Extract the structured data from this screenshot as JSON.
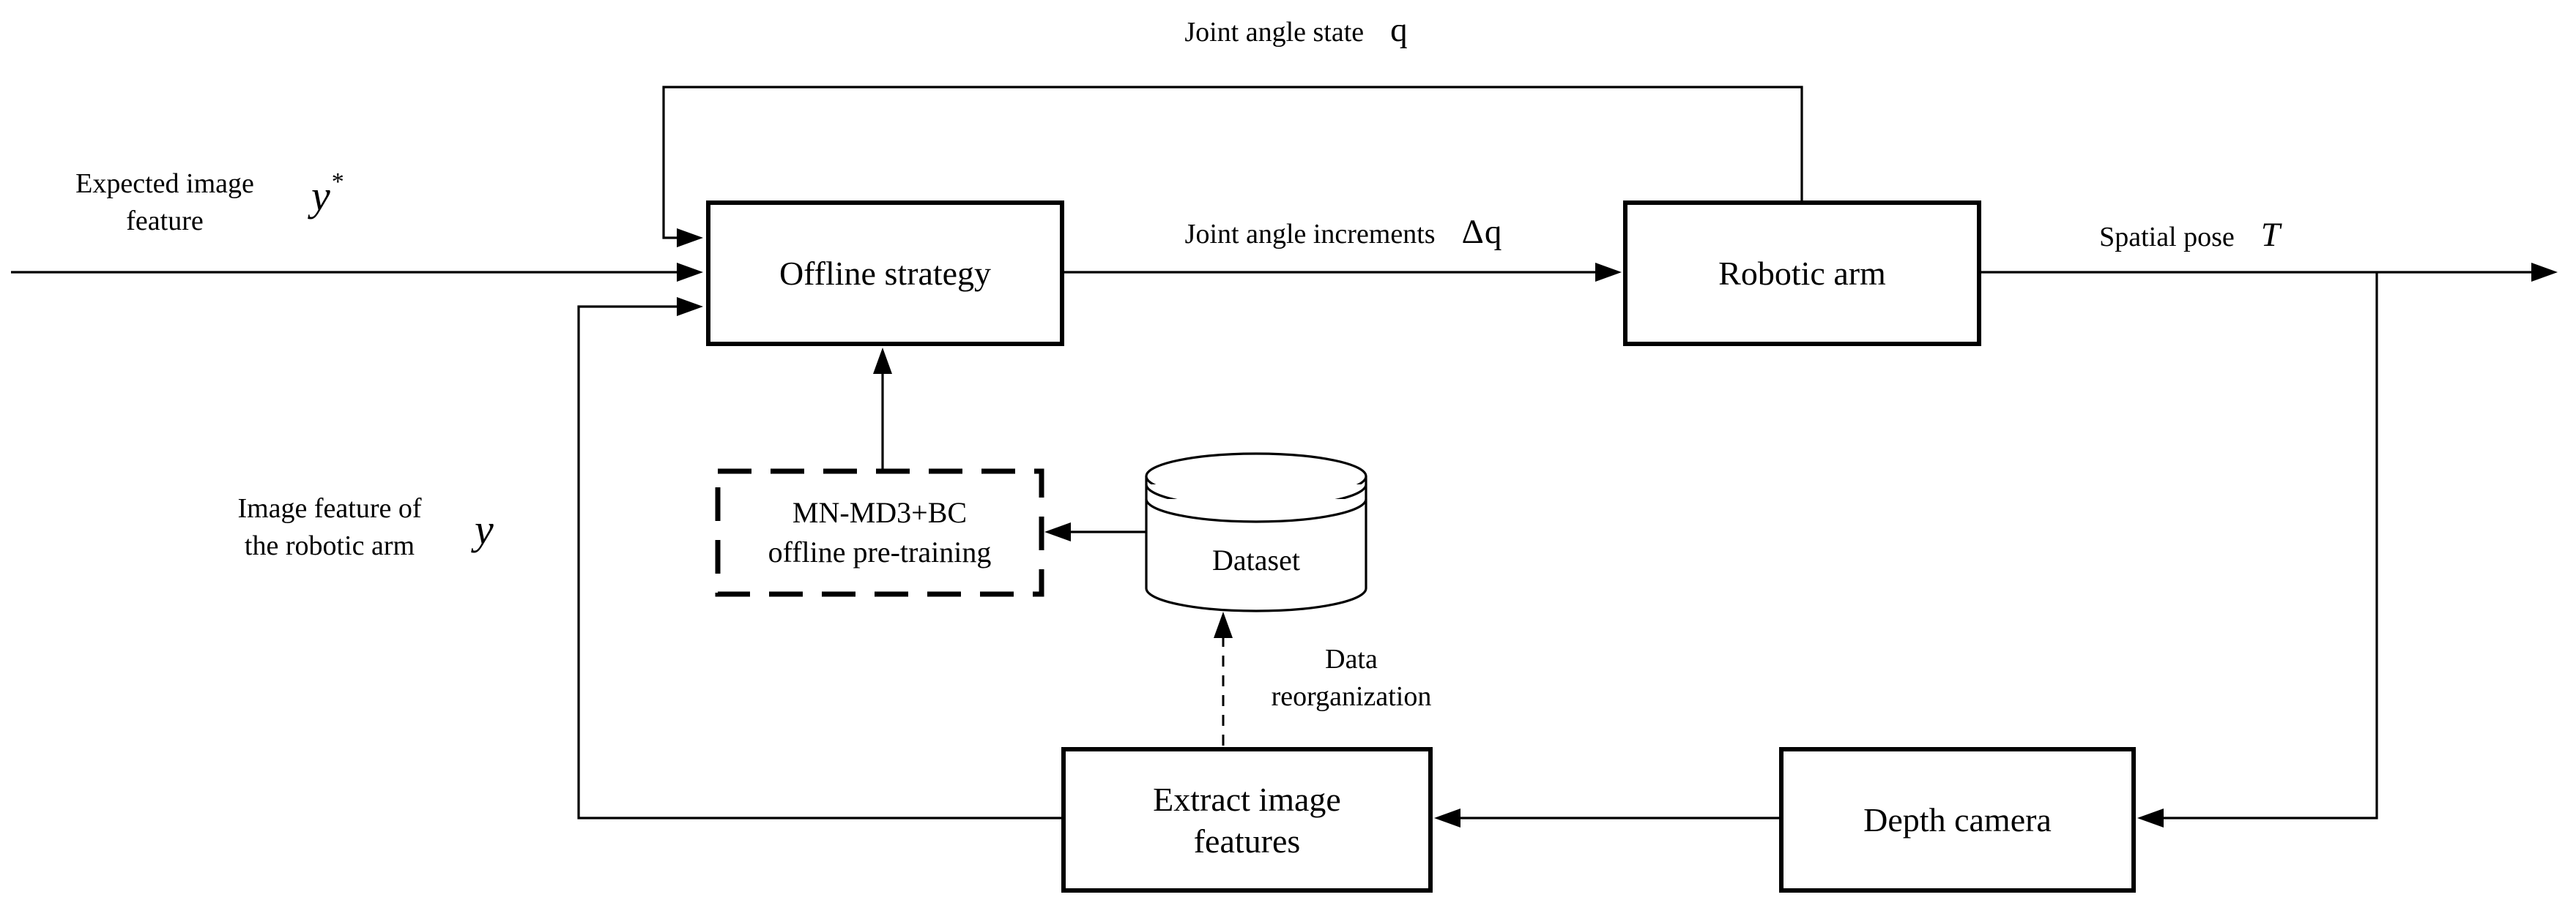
{
  "diagram": {
    "colors": {
      "ink": "#000000",
      "paper": "#ffffff"
    },
    "nodes": {
      "offline_strategy": {
        "label": "Offline strategy"
      },
      "robotic_arm": {
        "label": "Robotic arm"
      },
      "mn_md3_bc_pretraining": {
        "line1": "MN-MD3+BC",
        "line2": "offline pre-training"
      },
      "dataset": {
        "label": "Dataset"
      },
      "extract_image_features": {
        "line1": "Extract image",
        "line2": "features"
      },
      "depth_camera": {
        "label": "Depth camera"
      }
    },
    "labels": {
      "joint_angle_state": {
        "text": "Joint angle state",
        "symbol": "q"
      },
      "expected_image_feature": {
        "line1": "Expected image",
        "line2": "feature",
        "symbol": "y",
        "symbol_sup": "*"
      },
      "joint_angle_increments": {
        "text": "Joint angle increments",
        "symbol": "Δq"
      },
      "spatial_pose": {
        "text": "Spatial pose",
        "symbol": "T"
      },
      "image_feature_of_arm": {
        "line1": "Image feature of",
        "line2": "the robotic arm",
        "symbol": "y"
      },
      "data_reorganization": {
        "line1": "Data",
        "line2": "reorganization"
      }
    }
  }
}
